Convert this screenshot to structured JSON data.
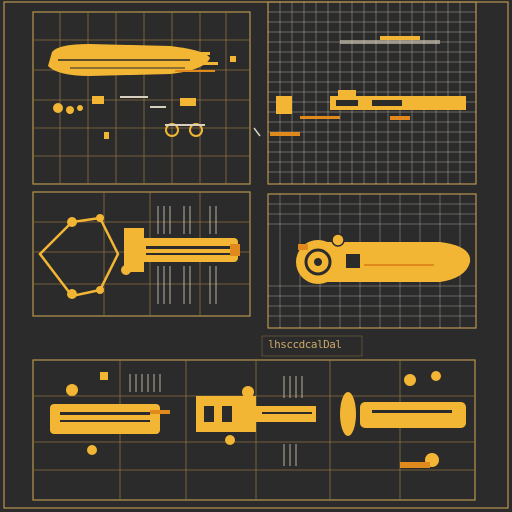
{
  "poster": {
    "caption": "lhsccdcalDal"
  },
  "colors": {
    "background": "#2b2b2b",
    "line": "#c9a86a",
    "accent_gold": "#f2b634",
    "accent_orange": "#e08a1e",
    "grid_light": "#d8d0bd"
  },
  "panels": [
    {
      "id": "top-left",
      "content": "airship-side-view"
    },
    {
      "id": "top-right",
      "content": "dense-grid-with-mechanism"
    },
    {
      "id": "middle-left",
      "content": "jointed-arm-and-cylinder"
    },
    {
      "id": "middle-right",
      "content": "capsule-vehicle-with-gear"
    },
    {
      "id": "bottom-wide",
      "content": "three-engine-studies"
    }
  ]
}
